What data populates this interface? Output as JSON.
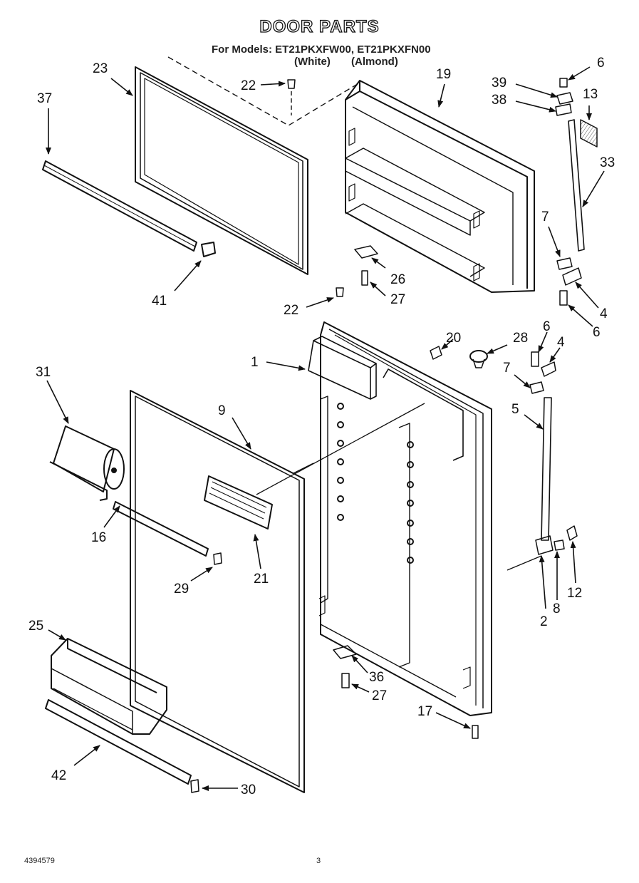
{
  "title": "DOOR PARTS",
  "models_line": "For Models: ET21PKXFW00, ET21PKXFN00",
  "variants": [
    "(White)",
    "(Almond)"
  ],
  "footer": {
    "doc_number": "4394579",
    "page_number": "3"
  },
  "callouts": [
    "1",
    "2",
    "4",
    "4",
    "5",
    "6",
    "6",
    "6",
    "7",
    "7",
    "8",
    "9",
    "12",
    "13",
    "16",
    "17",
    "19",
    "20",
    "21",
    "22",
    "22",
    "23",
    "25",
    "26",
    "27",
    "27",
    "28",
    "29",
    "30",
    "31",
    "33",
    "36",
    "37",
    "38",
    "39",
    "41",
    "42"
  ]
}
